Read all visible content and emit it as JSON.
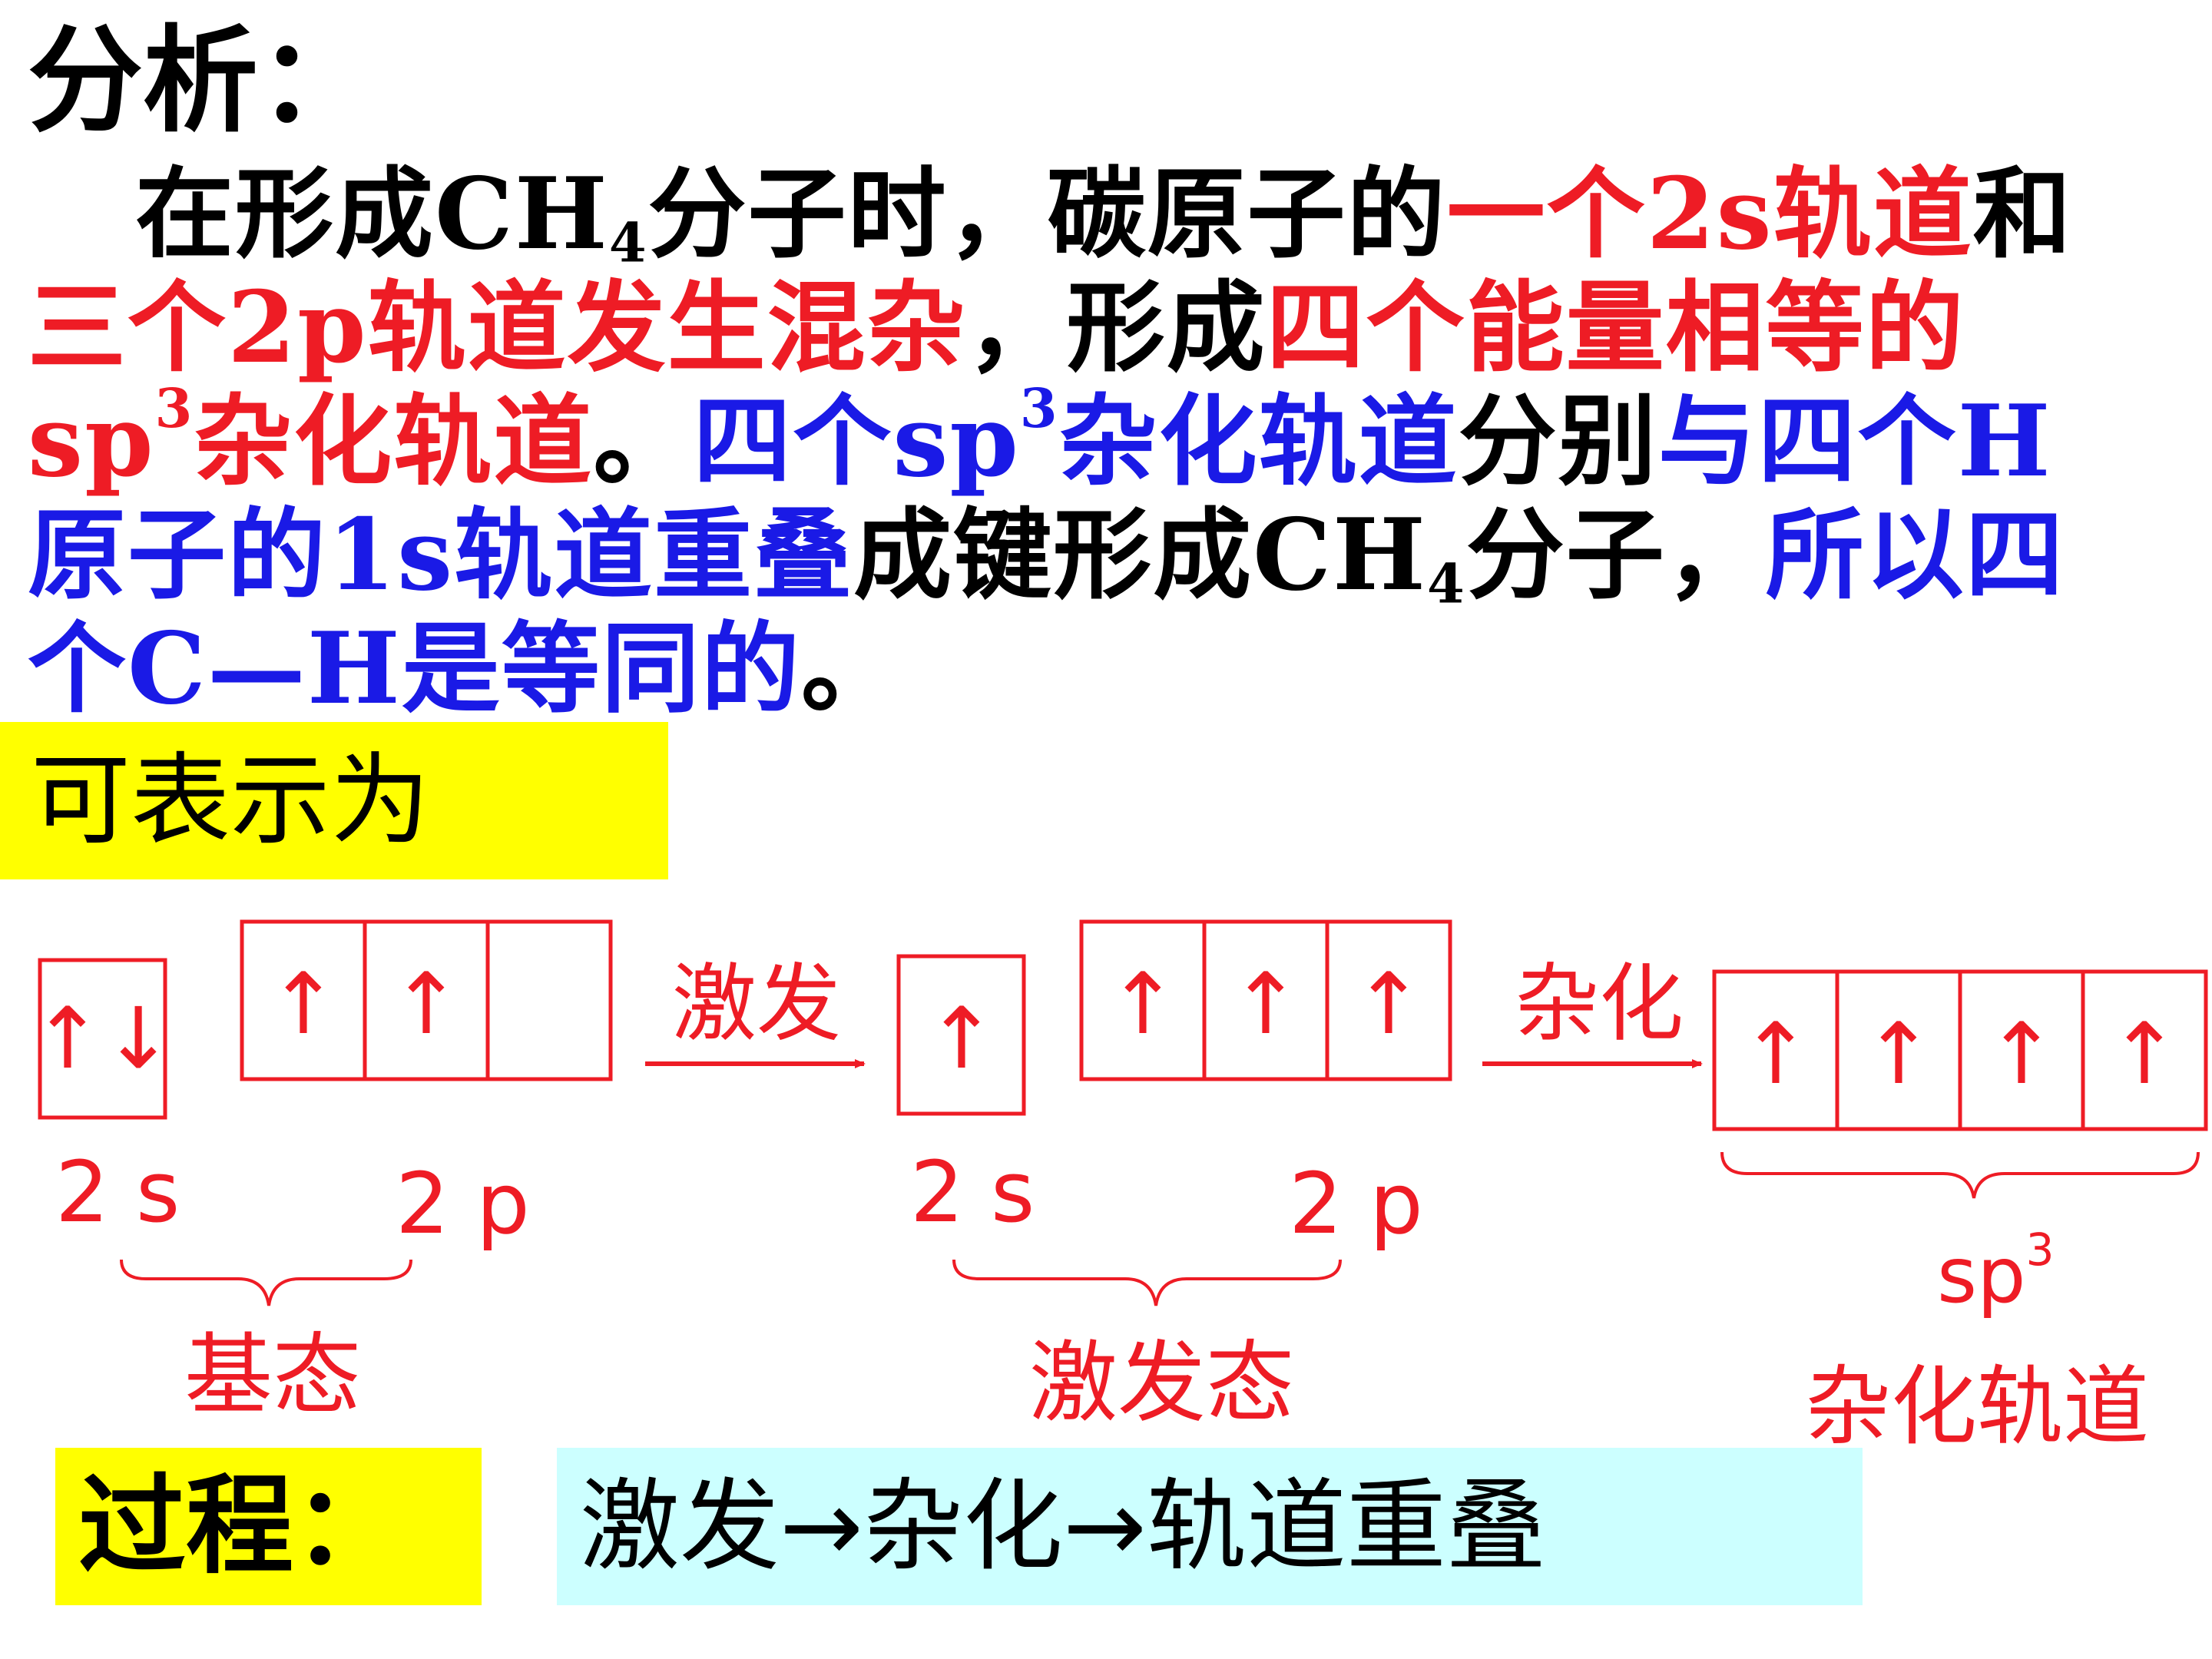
{
  "heading": "分析：",
  "paragraph": [
    [
      {
        "t": "在形成CH",
        "c": "k"
      },
      {
        "t": "4",
        "c": "k",
        "sub": true
      },
      {
        "t": "分子时，碳原子的",
        "c": "k"
      },
      {
        "t": "一个2s轨道",
        "c": "r"
      },
      {
        "t": "和",
        "c": "k"
      }
    ],
    [
      {
        "t": "三个2p轨道发生混杂",
        "c": "r"
      },
      {
        "t": "，形成",
        "c": "k"
      },
      {
        "t": "四个能量相等的",
        "c": "r"
      }
    ],
    [
      {
        "t": "sp",
        "c": "r"
      },
      {
        "t": "3",
        "c": "r",
        "sup": true
      },
      {
        "t": "杂化轨道",
        "c": "r"
      },
      {
        "t": "。",
        "c": "k"
      },
      {
        "t": "四个sp",
        "c": "b"
      },
      {
        "t": "3",
        "c": "b",
        "sup": true
      },
      {
        "t": "杂化轨道",
        "c": "b"
      },
      {
        "t": "分别",
        "c": "k"
      },
      {
        "t": "与四个H",
        "c": "b"
      }
    ],
    [
      {
        "t": "原子的1s轨道重叠",
        "c": "b"
      },
      {
        "t": "成键形成CH",
        "c": "k"
      },
      {
        "t": "4",
        "c": "k",
        "sub": true
      },
      {
        "t": "分子，",
        "c": "k"
      },
      {
        "t": "所以四",
        "c": "b"
      }
    ],
    [
      {
        "t": "个C—H是等同的",
        "c": "b"
      },
      {
        "t": "。",
        "c": "k"
      }
    ]
  ],
  "represent_label": "可表示为",
  "diagram": {
    "arrow_up": "↑",
    "arrow_updown": "↑↓",
    "ground": {
      "s_label": "2 s",
      "p_label": "2 p",
      "state_label": "基态"
    },
    "excite_arrow_label": "激发",
    "excited": {
      "s_label": "2 s",
      "p_label": "2 p",
      "state_label": "激发态"
    },
    "hybrid_arrow_label": "杂化",
    "hybrid": {
      "label_main": "sp",
      "label_sup": "3",
      "state_label": "杂化轨道"
    }
  },
  "process": {
    "label": "过程：",
    "text": "激发→杂化→轨道重叠"
  },
  "colors": {
    "red": "#ee1c25",
    "blue": "#1a1ae6",
    "yellow": "#ffff00",
    "cyan": "#ccffff"
  }
}
